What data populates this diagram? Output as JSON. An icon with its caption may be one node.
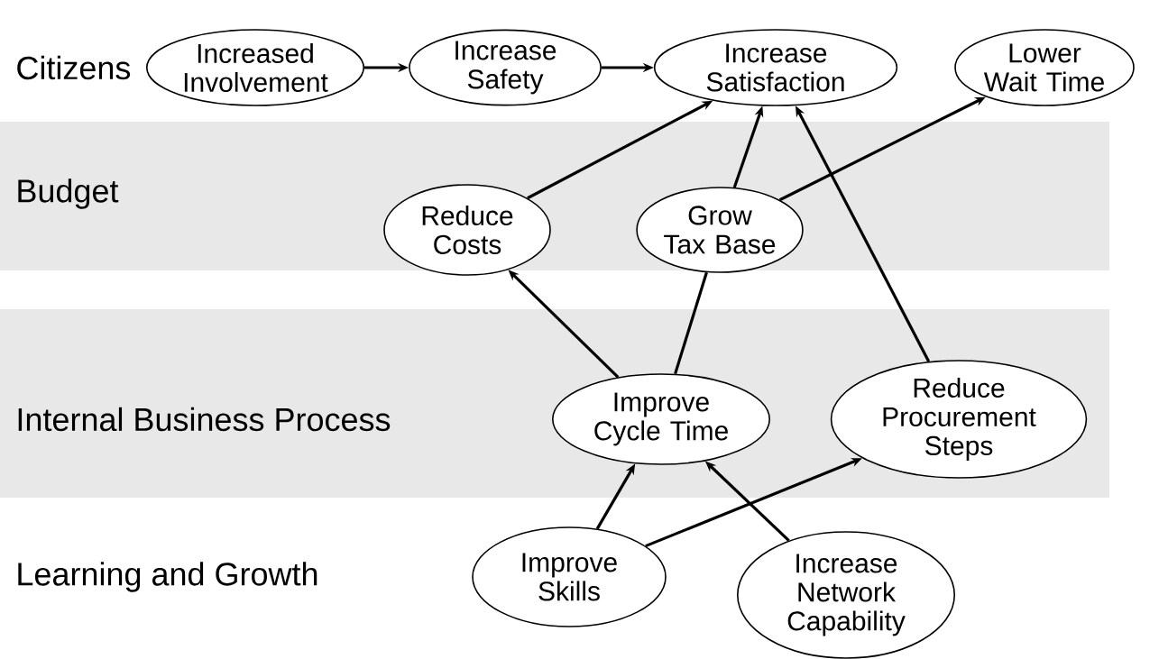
{
  "diagram": {
    "nodes": [
      {
        "text": [
          "Increased Involvement"
        ]
      },
      {
        "text": [
          "Increase Safety"
        ]
      },
      {
        "text": [
          "Increase Satisfaction"
        ]
      },
      {
        "text": [
          "Lower Wait Time"
        ]
      },
      {
        "text": [
          "Reduce Costs"
        ]
      },
      {
        "text": [
          "Grow Tax Base"
        ]
      },
      {
        "text": [
          "Improve Cycle Time"
        ]
      },
      {
        "text": [
          "Reduce Procurement Steps"
        ]
      },
      {
        "text": [
          "Improve Skills"
        ]
      },
      {
        "text": [
          "Increase Network Capability"
        ]
      }
    ],
    "edges": [
      {
        "from": 0,
        "to": 1,
        "arrow": "to"
      },
      {
        "from": 1,
        "to": 2,
        "arrow": "to"
      },
      {
        "from": 4,
        "to": 2,
        "arrow": "to"
      },
      {
        "from": 5,
        "to": 2,
        "arrow": "to"
      },
      {
        "from": 5,
        "to": 3,
        "arrow": "to"
      },
      {
        "from": 6,
        "to": 4,
        "arrow": "to"
      },
      {
        "from": 6,
        "to": 5,
        "arrow": "none"
      },
      {
        "from": 7,
        "to": 2,
        "arrow": "to"
      },
      {
        "from": 8,
        "to": 6,
        "arrow": "to"
      },
      {
        "from": 8,
        "to": 7,
        "arrow": "to"
      },
      {
        "from": 9,
        "to": 6,
        "arrow": "to"
      }
    ],
    "labels": [
      "Citizens",
      "Budget",
      "Internal Business Process",
      "Learning and Growth"
    ]
  }
}
